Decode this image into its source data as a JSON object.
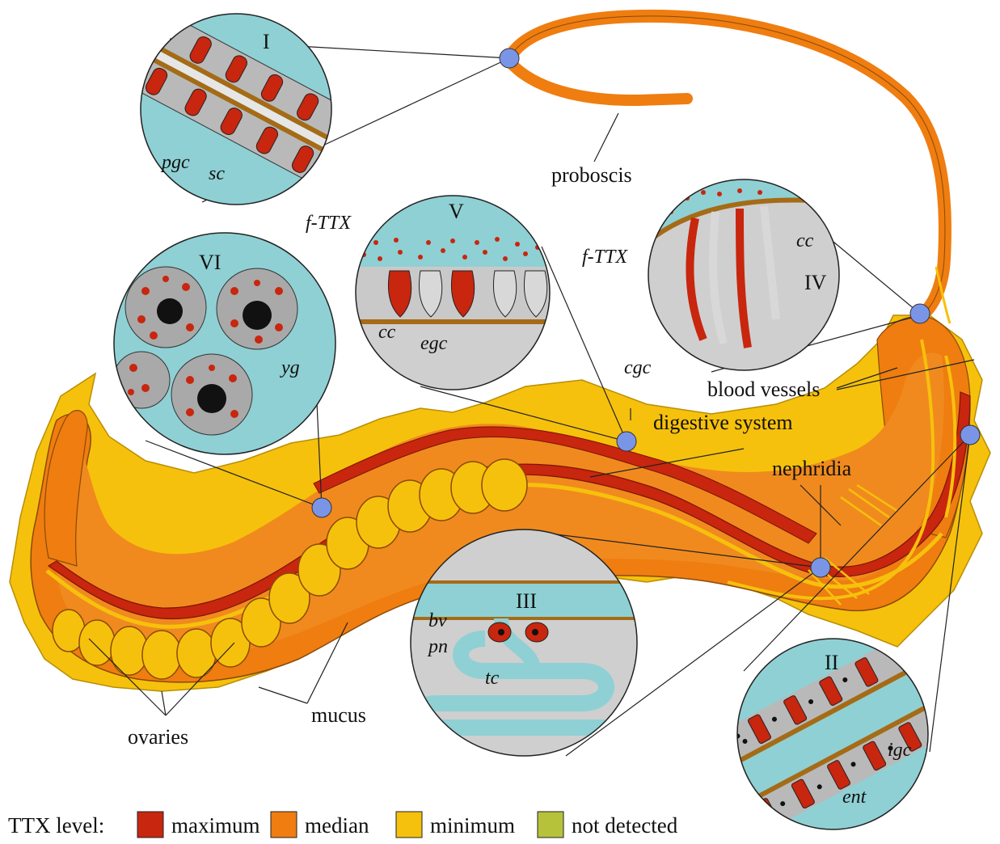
{
  "colors": {
    "maximum": "#c8260e",
    "median": "#ef7d10",
    "minimum": "#f6c10c",
    "not_detected": "#b6c23a",
    "inset_bg": "#8fd0d4",
    "tissue_grey": "#b9b9b9",
    "marker": "#7b95e6",
    "outline": "#5a3a10"
  },
  "labels": {
    "proboscis": "proboscis",
    "blood_vessels": "blood vessels",
    "digestive_system": "digestive system",
    "nephridia": "nephridia",
    "mucus": "mucus",
    "ovaries": "ovaries"
  },
  "insets": {
    "I": {
      "numeral": "I",
      "labels": [
        "pgc",
        "sc"
      ]
    },
    "II": {
      "numeral": "II",
      "labels": [
        "igc",
        "ent"
      ]
    },
    "III": {
      "numeral": "III",
      "labels": [
        "bv",
        "pn",
        "tc"
      ]
    },
    "IV": {
      "numeral": "IV",
      "labels": [
        "f-TTX",
        "cc",
        "cgc"
      ]
    },
    "V": {
      "numeral": "V",
      "labels": [
        "f-TTX",
        "cc",
        "egc"
      ]
    },
    "VI": {
      "numeral": "VI",
      "labels": [
        "yg"
      ]
    }
  },
  "legend": {
    "title": "TTX level:",
    "items": [
      {
        "label": "maximum",
        "color": "#c8260e"
      },
      {
        "label": "median",
        "color": "#ef7d10"
      },
      {
        "label": "minimum",
        "color": "#f6c10c"
      },
      {
        "label": "not detected",
        "color": "#b6c23a"
      }
    ]
  }
}
